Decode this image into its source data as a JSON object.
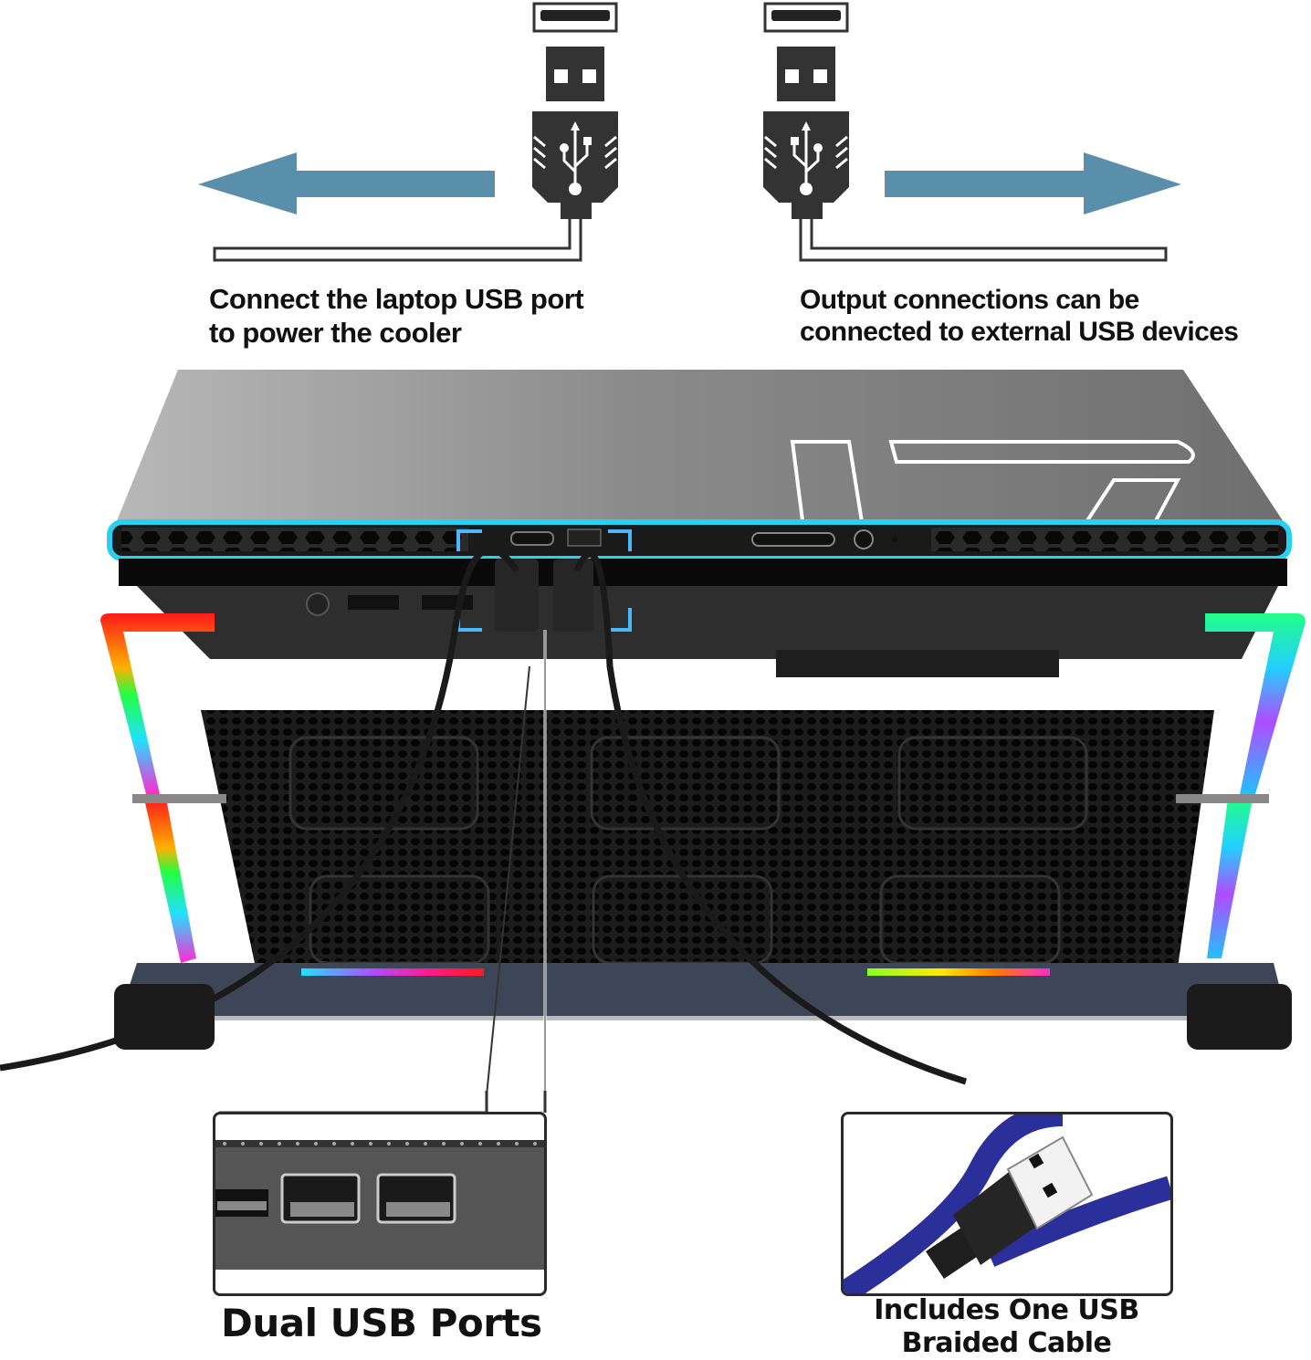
{
  "top_diagram": {
    "left": {
      "direction": "left",
      "caption_line1": "Connect the laptop USB port",
      "caption_line2": "to power the cooler",
      "icon": "usb-plug-icon"
    },
    "right": {
      "direction": "right",
      "caption_line1": "Output connections can be",
      "caption_line2": "connected to external USB devices",
      "icon": "usb-plug-icon"
    },
    "arrow_color": "#5a8fab",
    "icon_color": "#333333"
  },
  "product": {
    "name": "laptop cooling stand with RGB lighting",
    "laptop_lid_mark": "17",
    "accent_glow": "#2ad0f0",
    "rgb_colors": [
      "#ff1a1a",
      "#ffea00",
      "#22ff44",
      "#22e0ff",
      "#b04cff",
      "#ff2bd0"
    ]
  },
  "callouts": {
    "ports": {
      "label": "Dual USB Ports",
      "icon": "usb-port-icon"
    },
    "cable": {
      "label_line1": "Includes One USB",
      "label_line2": "Braided Cable",
      "icon": "usb-cable-icon",
      "cable_color": "#2a2f9a"
    }
  }
}
